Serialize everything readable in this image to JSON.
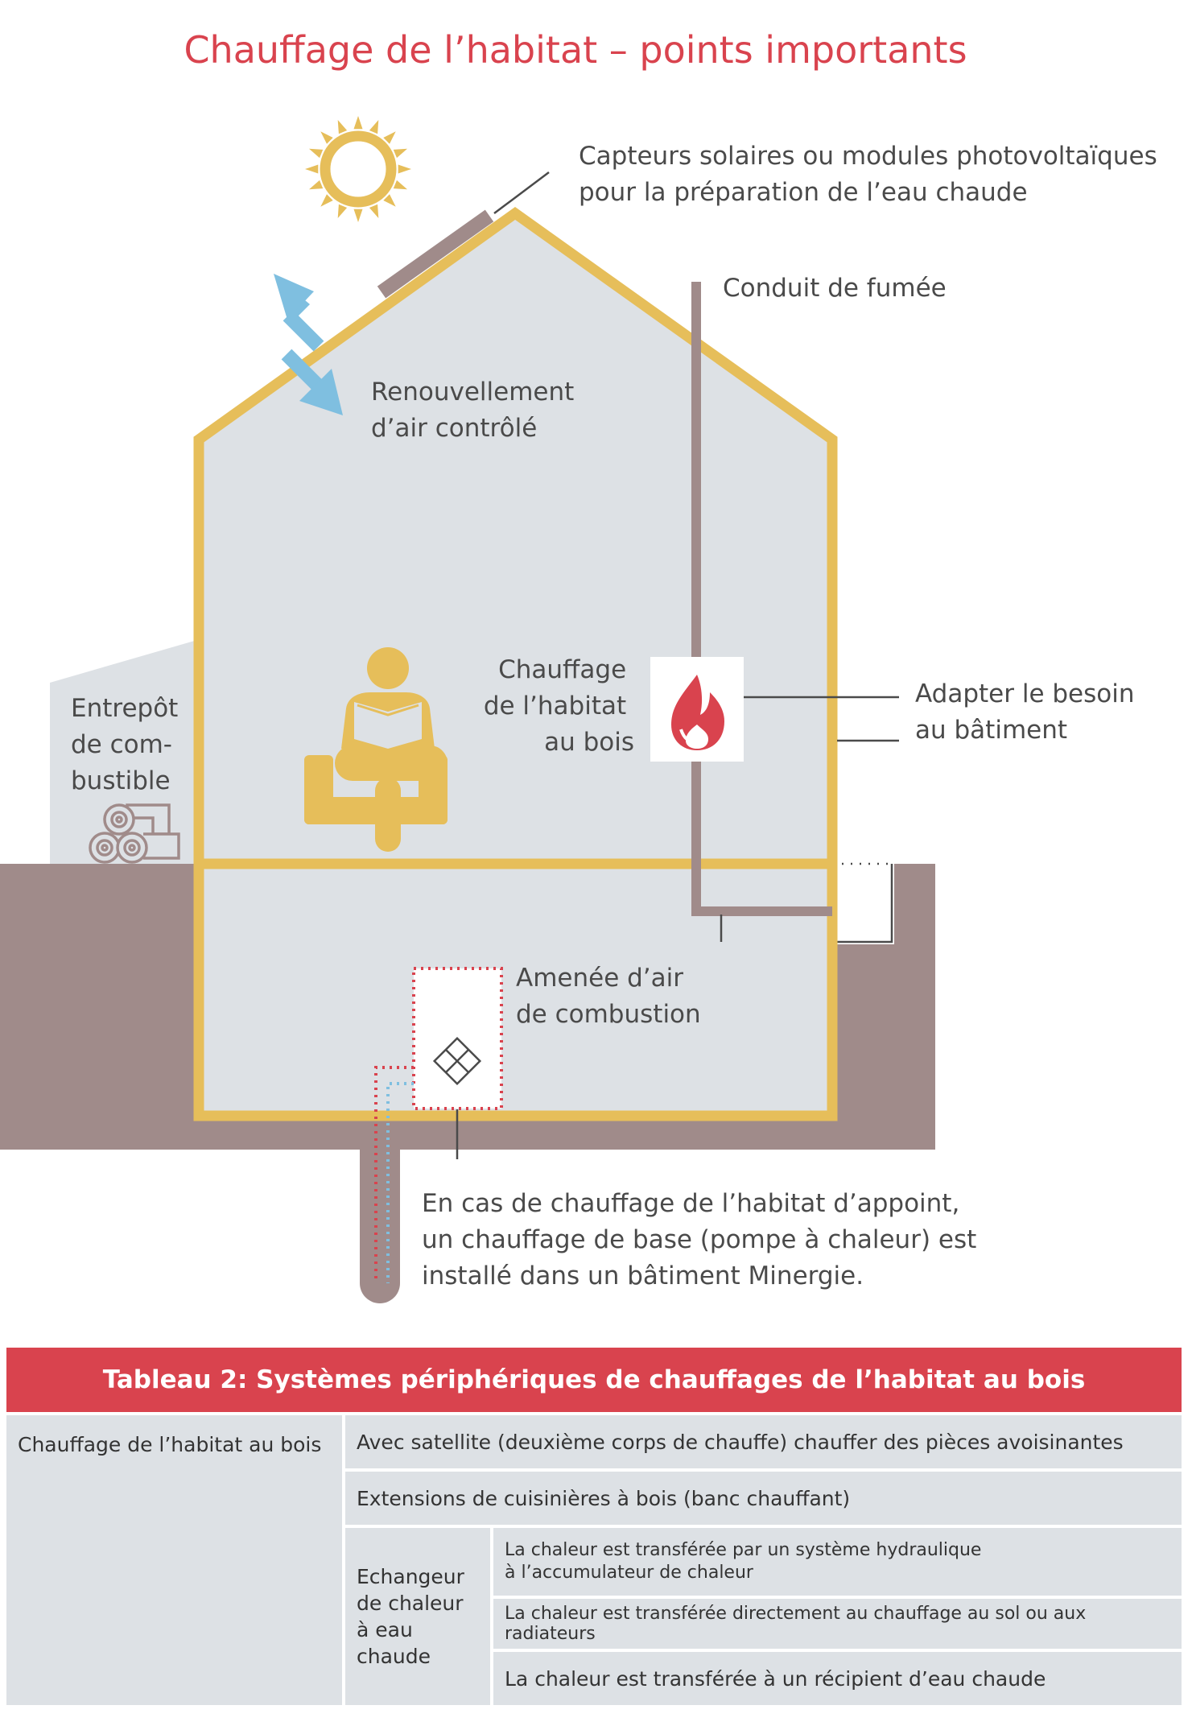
{
  "title": "Chauffage de l’habitat – points importants",
  "colors": {
    "accent_red": "#d9434e",
    "house_outline": "#e6be5a",
    "house_fill": "#dde1e5",
    "ground": "#a08b8a",
    "sun": "#e6be5a",
    "arrow_blue": "#7fbfe0",
    "text": "#4a4a4a"
  },
  "icons": {
    "sun": "sun-icon",
    "arrows": "air-exchange-arrows-icon",
    "person": "person-reading-in-armchair-icon",
    "flame": "flame-icon",
    "logs": "firewood-logs-icon",
    "vent": "air-vent-icon"
  },
  "labels": {
    "solar": [
      "Capteurs solaires ou modules photovoltaïques",
      "pour la préparation de l’eau chaude"
    ],
    "flue": [
      "Conduit de fumée"
    ],
    "ventilation": [
      "Renouvellement",
      "d’air contrôlé"
    ],
    "storage": [
      "Entrepôt",
      "de com-",
      "bustible"
    ],
    "heating": [
      "Chauffage",
      "de l’habitat",
      "au bois"
    ],
    "adapt": [
      "Adapter le besoin",
      "au bâtiment"
    ],
    "combustion_air": [
      "Amenée d’air",
      "de combustion"
    ],
    "backup": [
      "En cas de chauffage de l’habitat d’appoint,",
      "un chauffage de base (pompe à chaleur) est",
      "installé dans un bâtiment Minergie."
    ]
  },
  "table": {
    "title": "Tableau 2: Systèmes périphériques de chauffages de l’habitat au bois",
    "row_header": "Chauffage de l’habitat au bois",
    "option1": "Avec satellite (deuxième corps de chauffe) chauffer des pièces avoisinantes",
    "option2": "Extensions de cuisinières à bois (banc chauffant)",
    "exchanger_label": "Echangeur de chaleur à eau chaude",
    "exchanger_items": [
      "La chaleur est transférée par un système hydraulique à l’accumulateur de chaleur",
      "La chaleur est transférée directement au chauffage au sol ou aux radiateurs",
      "La chaleur est transférée à un récipient d’eau chaude"
    ]
  }
}
